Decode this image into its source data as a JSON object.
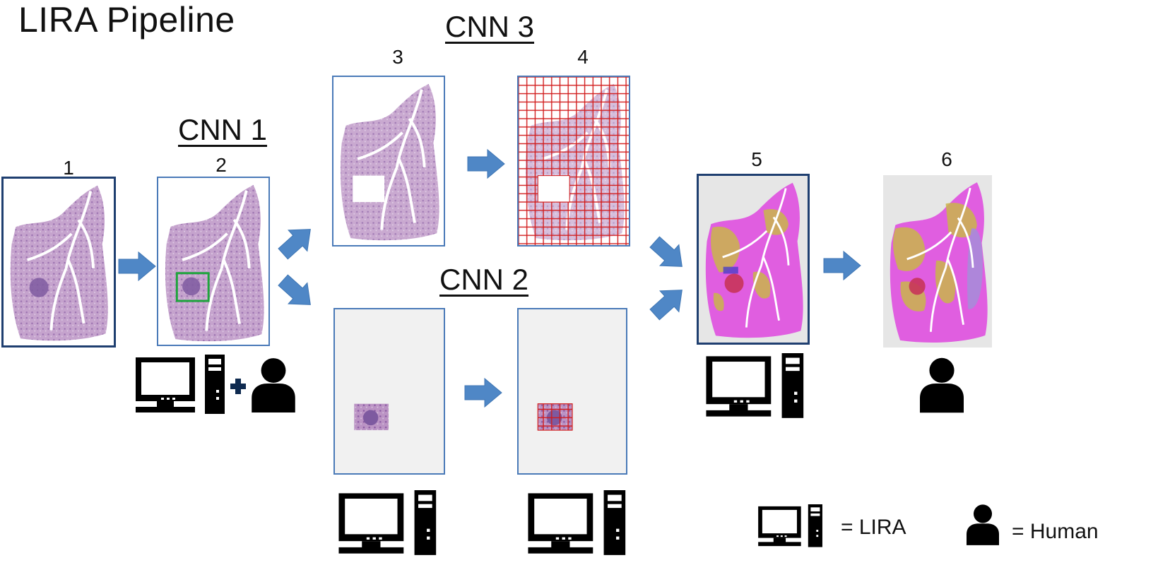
{
  "title": "LIRA Pipeline",
  "stages": {
    "cnn1": "CNN 1",
    "cnn2": "CNN 2",
    "cnn3": "CNN 3"
  },
  "panels": [
    {
      "number": "1"
    },
    {
      "number": "2"
    },
    {
      "number": "3"
    },
    {
      "number": "4"
    },
    {
      "number": "5"
    },
    {
      "number": "6"
    }
  ],
  "legend": {
    "lira_label": "= LIRA",
    "human_label": "= Human",
    "computer_icon": "computer-icon",
    "human_icon": "human-icon"
  },
  "colors": {
    "tissue": "#b48bbf",
    "tissue_dark": "#7a4f93",
    "arrow": "#4f87c6",
    "grid": "#d11a1a",
    "roi_box": "#1ea53c",
    "tumor_class": "#e05ee0",
    "normal_class": "#c9b54a",
    "lesion": "#c8345a"
  }
}
